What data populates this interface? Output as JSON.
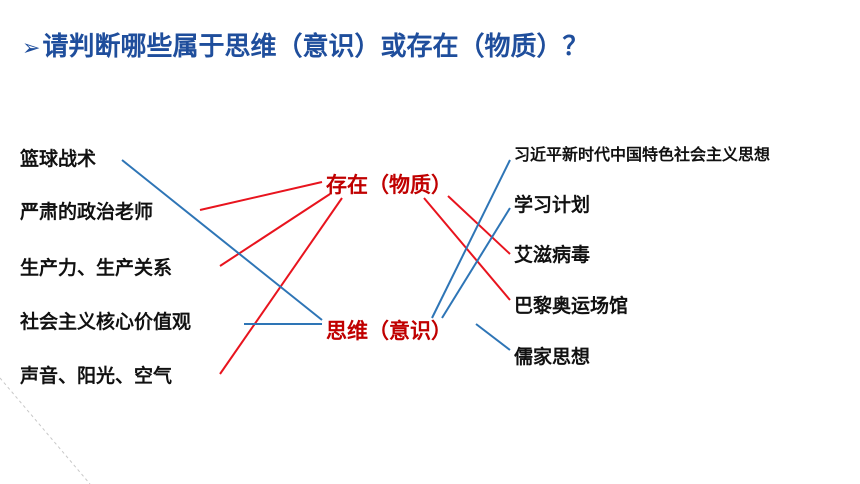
{
  "title": "请判断哪些属于思维（意识）或存在（物质）？",
  "title_marker": "➢",
  "categories": {
    "existence": "存在（物质）",
    "thought": "思维（意识）"
  },
  "left_items": [
    "篮球战术",
    "严肃的政治老师",
    "生产力、生产关系",
    "社会主义核心价值观",
    "声音、阳光、空气"
  ],
  "right_items": [
    "习近平新时代中国特色社会主义思想",
    "学习计划",
    "艾滋病毒",
    "巴黎奥运场馆",
    "儒家思想"
  ],
  "colors": {
    "title": "#1f4e9c",
    "category_text": "#c00000",
    "existence_line": "#e8141e",
    "thought_line": "#2e75b6",
    "corner_decoration": "#c8c8c8"
  }
}
